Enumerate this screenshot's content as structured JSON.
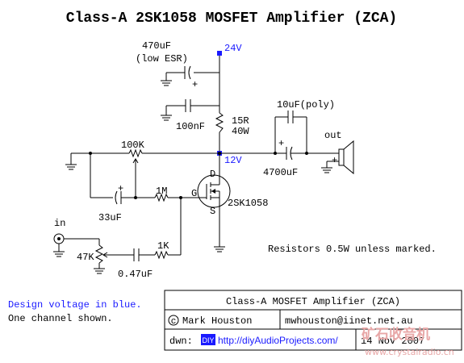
{
  "title": "Class-A 2SK1058 MOSFET Amplifier (ZCA)",
  "labels": {
    "c_470": "470uF",
    "c_470_note": "(low ESR)",
    "v_24": "24V",
    "c_100n": "100nF",
    "r_15": "15R",
    "r_15_w": "40W",
    "c_10u": "10uF(poly)",
    "out": "out",
    "v_12": "12V",
    "c_4700": "4700uF",
    "r_100k": "100K",
    "r_1m": "1M",
    "gate": "G",
    "drain": "D",
    "source": "S",
    "mosfet": "2SK1058",
    "c_33": "33uF",
    "in": "in",
    "pot_47k": "47K",
    "r_1k": "1K",
    "c_047": "0.47uF",
    "plus": "+",
    "resistors_note": "Resistors 0.5W unless marked."
  },
  "notes": {
    "design_voltage": "Design voltage in blue.",
    "one_channel": "One channel shown."
  },
  "title_block": {
    "heading": "Class-A MOSFET Amplifier (ZCA)",
    "author": "Mark Houston",
    "email": "mwhouston@iinet.net.au",
    "dwn_label": "dwn:",
    "diy_badge": "DIY",
    "url": "http://diyAudioProjects.com/",
    "date": "14 Nov 2007"
  },
  "watermark": {
    "cn": "矿石收音机",
    "site": "www.crystalradio.cn"
  },
  "colors": {
    "design_voltage": "#1a1aff",
    "ink": "#000000",
    "watermark": "#e8a7a7"
  }
}
